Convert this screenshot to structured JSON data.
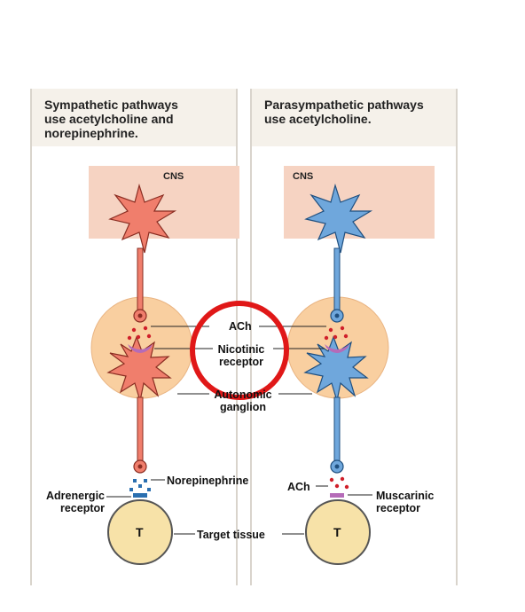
{
  "left_panel": {
    "title_line1": "Sympathetic pathways",
    "title_line2": "use acetylcholine and",
    "title_line3": "norepinephrine.",
    "cns": "CNS",
    "neuron_color": "#f07e6c",
    "neuron_stroke": "#8a2d22"
  },
  "right_panel": {
    "title_line1": "Parasympathetic pathways",
    "title_line2": "use acetylcholine.",
    "cns": "CNS",
    "neuron_color": "#6fa7dc",
    "neuron_stroke": "#1f4f7f"
  },
  "labels": {
    "ach_center": "ACh",
    "nicotinic_line1": "Nicotinic",
    "nicotinic_line2": "receptor",
    "ganglion_line1": "Autonomic",
    "ganglion_line2": "ganglion",
    "norepinephrine": "Norepinephrine",
    "adrenergic_line1": "Adrenergic",
    "adrenergic_line2": "receptor",
    "ach_right": "ACh",
    "muscarinic_line1": "Muscarinic",
    "muscarinic_line2": "receptor",
    "target_tissue": "Target tissue",
    "t_left": "T",
    "t_right": "T"
  },
  "colors": {
    "highlight_circle": "#e01818",
    "ganglion_fill": "#f9cfa0",
    "target_fill": "#f7e2a8",
    "ach_dot": "#d0202a",
    "norepinephrine_dot": "#2a6fb0",
    "nicotinic_receptor": "#b56bb8"
  }
}
